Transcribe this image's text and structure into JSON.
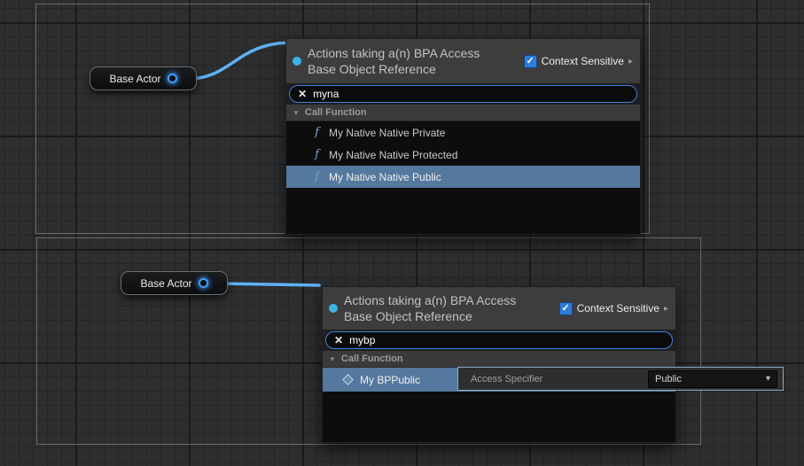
{
  "colors": {
    "wire": "#5fb1f5",
    "selection": "#54789e",
    "checkbox": "#2f7bd8",
    "pin": "#3f9bff",
    "header_dot": "#3cb4e7"
  },
  "icons": {
    "check": "✓",
    "clear": "✕",
    "collapse_arrow": "▼",
    "chevron_right": "▸",
    "chevron_down": "▾",
    "function_glyph": "f"
  },
  "nodes": {
    "top": {
      "label": "Base Actor"
    },
    "bottom": {
      "label": "Base Actor"
    }
  },
  "menus": {
    "top": {
      "title_line1": "Actions taking a(n) BPA Access",
      "title_line2": "Base Object Reference",
      "context_sensitive": "Context Sensitive",
      "search_value": "myna",
      "category": "Call Function",
      "items": [
        {
          "label": "My Native Native Private"
        },
        {
          "label": "My Native Native Protected"
        },
        {
          "label": "My Native Native Public"
        }
      ]
    },
    "bottom": {
      "title_line1": "Actions taking a(n) BPA Access",
      "title_line2": "Base Object Reference",
      "context_sensitive": "Context Sensitive",
      "search_value": "mybp",
      "category": "Call Function",
      "items": [
        {
          "label": "My BPPublic"
        }
      ],
      "tooltip": {
        "label": "Access Specifier",
        "dropdown_value": "Public"
      }
    }
  }
}
